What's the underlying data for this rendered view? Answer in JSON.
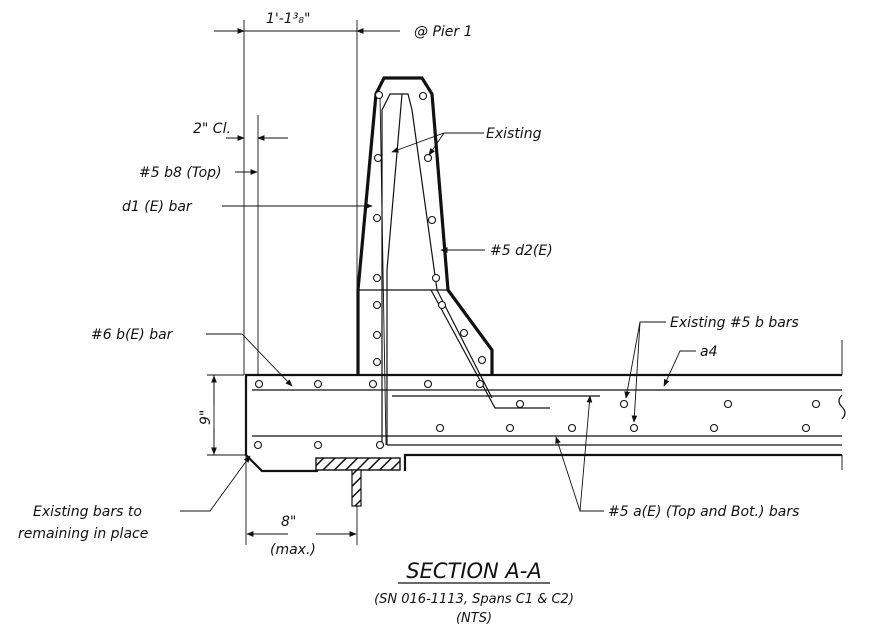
{
  "dimensions": {
    "width_top": "1'-1³₈\"",
    "pier": "@ Pier 1",
    "cover": "2\" Cl.",
    "depth": "9\"",
    "overhang": "8\"",
    "overhang_note": "(max.)"
  },
  "labels": {
    "existing": "Existing",
    "b8_top": "#5 b8 (Top)",
    "d1_bar": "d1 (E) bar",
    "d2": "#5 d2(E)",
    "b_bar": "#6 b(E) bar",
    "existing_b_bars": "Existing #5 b bars",
    "a4": "a4",
    "existing_bars_line1": "Existing bars to",
    "existing_bars_line2": "remaining in place",
    "a_bars": "#5 a(E) (Top and Bot.) bars"
  },
  "title": {
    "main": "SECTION A-A",
    "sub1": "(SN 016-1113, Spans C1 & C2)",
    "sub2": "(NTS)"
  },
  "colors": {
    "ink": "#111111",
    "paper": "#ffffff"
  }
}
